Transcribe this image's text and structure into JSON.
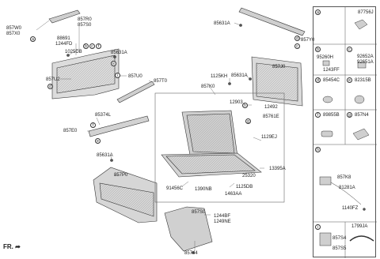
{
  "diagram": {
    "parts": {
      "p857W0": "857W0",
      "p857X0": "857X0",
      "p857R0": "857R0",
      "p857S0": "857S0",
      "p88691": "88691",
      "p1244FD": "1244FD",
      "p1025DB": "1025DB",
      "p85631A_a": "85631A",
      "p857U0": "857U0",
      "p857U2": "857U2",
      "p857T0": "857T0",
      "p85374L": "85374L",
      "p857E0": "857E0",
      "p85631A_b": "85631A",
      "p857P0": "857P0",
      "p85631A_top": "85631A",
      "p857Y0": "857Y0",
      "p857J0": "857J0",
      "p1125KH": "1125KH",
      "p85631A_c": "85631A",
      "p857K0": "857K0",
      "p12903": "12903",
      "p12492": "12492",
      "p85761E": "85761E",
      "p1129EJ": "1129EJ",
      "p13395A": "13395A",
      "p25320": "25320",
      "p1125DB": "1125DB",
      "p91456C": "91456C",
      "p1390NB": "1390NB",
      "p1463AA": "1463AA",
      "p857S0_btm": "857S0",
      "p1244BF": "1244BF",
      "p1249NE": "1249NE",
      "p85744": "85744"
    },
    "callouts": [
      "a",
      "b",
      "c",
      "d",
      "e",
      "f",
      "g",
      "h",
      "i"
    ],
    "fr_label": "FR."
  },
  "legend": {
    "a": {
      "letter": "a",
      "part": "87756J"
    },
    "b": {
      "letter": "b",
      "part1": "95260H",
      "part2": "1243FF"
    },
    "c": {
      "letter": "c",
      "part1": "92652A",
      "part2": "92651A"
    },
    "d": {
      "letter": "d",
      "part": "85454C"
    },
    "e": {
      "letter": "e",
      "part": "82315B"
    },
    "f": {
      "letter": "f",
      "part": "89855B"
    },
    "g": {
      "letter": "g",
      "part": "857N4"
    },
    "h": {
      "letter": "h",
      "part1": "857K8",
      "part2": "81281A",
      "part3": "1140FZ"
    },
    "i": {
      "letter": "i",
      "part1": "857S4",
      "part2": "857S5",
      "part3": "1799JA"
    }
  }
}
